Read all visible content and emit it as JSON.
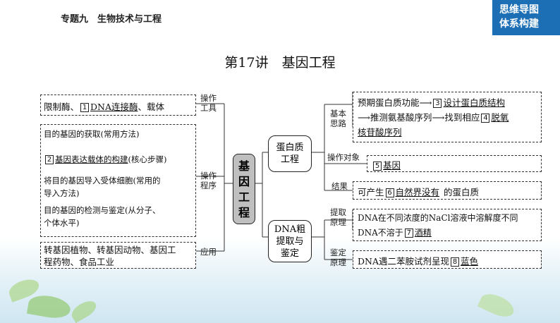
{
  "header": "专题九　生物技术与工程",
  "corner": {
    "line1": "思维导图",
    "line2": "体系构建"
  },
  "title": "第17讲　基因工程",
  "center_node": [
    "基",
    "因",
    "工",
    "程"
  ],
  "left": {
    "tools_box": {
      "pre": "限制酶、",
      "num": "1",
      "answer": "DNA连接酶",
      "post": "、载体"
    },
    "tools_label": [
      "操作",
      "工具"
    ],
    "steps": {
      "s1": "目的基因的获取(常用方法)",
      "s2_num": "2",
      "s2_answer": "基因表达载体的构建",
      "s2_post": "(核心步骤)",
      "s3_a": "将目的基因导入受体细胞(常用的",
      "s3_b": "导入方法)",
      "s4_a": "目的基因的检测与鉴定(从分子、",
      "s4_b": "个体水平)"
    },
    "steps_label": [
      "操作",
      "程序"
    ],
    "apply_box": {
      "line1": "转基因植物、转基因动物、基因工",
      "line2": "程药物、食品工业"
    },
    "apply_label": "应用"
  },
  "mid": {
    "protein": [
      "蛋白质",
      "工程"
    ],
    "dna": [
      "DNA粗",
      "提取与",
      "鉴定"
    ]
  },
  "right": {
    "idea_label": [
      "基本",
      "思路"
    ],
    "idea": {
      "l1_pre": "预期蛋白质功能",
      "l1_num": "3",
      "l1_answer": "设计蛋白质结构",
      "l2_pre": "推测氨基酸序列",
      "l2_mid": "找到相应",
      "l2_num": "4",
      "l2_answer": "脱氧",
      "l3_answer": "核苷酸序列"
    },
    "object_label": "操作对象",
    "object": {
      "num": "5",
      "answer": "基因"
    },
    "result_label": "结果",
    "result": {
      "pre": "可产生",
      "num": "6",
      "answer": "自然界没有",
      "post": "的蛋白质"
    },
    "extract_label": [
      "提取",
      "原理"
    ],
    "extract": {
      "l1": "DNA在不同浓度的NaCl溶液中溶解度不同",
      "l2_pre": "DNA不溶于",
      "l2_num": "7",
      "l2_answer": "酒精"
    },
    "identify_label": [
      "鉴定",
      "原理"
    ],
    "identify": {
      "pre": "DNA遇二苯胺试剂呈现",
      "num": "8",
      "answer": "蓝色"
    }
  }
}
